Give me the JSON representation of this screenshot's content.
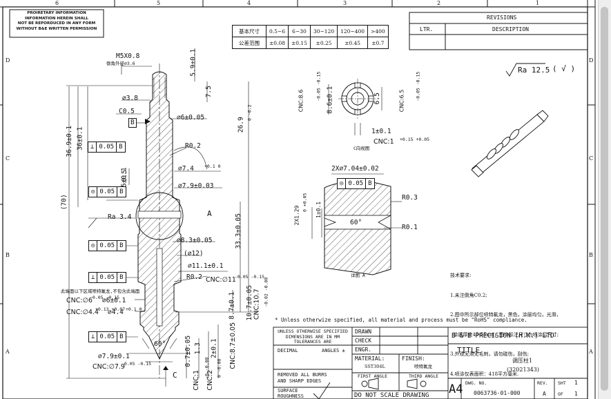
{
  "frame": {
    "zones_top": [
      "6",
      "5",
      "4",
      "3",
      "2",
      "1"
    ],
    "zones_side": [
      "D",
      "C",
      "B",
      "A"
    ]
  },
  "proprietary": {
    "lines": [
      "PROIRETARY INFORMATION",
      "INFORMATION HEREIN SHALL",
      "NOT BE REPORDUCED IN ANY FORM",
      "WITHOUT B&E WRITTEN PERMISSION"
    ]
  },
  "tolerance_table": {
    "row1_label": "基本尺寸",
    "row1": [
      "0.5~6",
      "6~30",
      "30~120",
      "120~400",
      ">400"
    ],
    "row2_label": "公差范围",
    "row2": [
      "±0.08",
      "±0.15",
      "±0.25",
      "±0.45",
      "±0.7"
    ]
  },
  "revisions": {
    "title": "REVISIONS",
    "col_ltr": "LTR.",
    "col_desc": "DESCRIPTION"
  },
  "surface_finish": {
    "value": "Ra 12.5",
    "extra": "( √ )"
  },
  "main_view": {
    "thread": "M5X0.8",
    "thread_note": "倒角外径∅3.6",
    "d38": "∅3.8",
    "c05": "C0.5",
    "datum_b": "B",
    "d6": "∅6±0.05",
    "r02a": "R0.2",
    "d74": "∅7.4",
    "d74_tol": "+0.1 0",
    "d79a": "∅7.9±0.03",
    "arrow_a": "A",
    "ra34": "Ra 3.4",
    "d83": "∅8.3±0.05",
    "d12": "(∅12)",
    "d111": "∅11.1±0.1",
    "r02b": "R0.2",
    "cnc11": "CNC:∅11",
    "cnc11_tol": "-0.05 -0.15",
    "note_cn": "此端面以下区域喷特氟龙,不包含此端面",
    "cnc6": "CNC:∅6",
    "cnc6_tol": "-0.05 -0.15",
    "d61": "∅6±0.1",
    "cnc44": "CNC:∅4.4",
    "cnc44_tol": "+0.13 +0.07",
    "d44": "∅4.4",
    "d44_tol": "+0.1 0",
    "d79b": "∅7.9±0.1",
    "cnc79": "CNC:∅7.9",
    "cnc79_tol": "-0.05 -0.15",
    "ang60": "60°",
    "datum_c": "C",
    "len70": "(70)",
    "len369": "36.9±0.1",
    "len36": "36±0.1",
    "len5": "5±0.1",
    "len59": "5.9±0.1",
    "len75": "7.5",
    "len269": "26.9",
    "len269_tol": "0 -0.2",
    "len05": "0.5",
    "len333": "33.3±0.05",
    "len107": "10.7±0.05",
    "cnc107": "CNC:10.7",
    "cnc107_tol": "-0.02 -0.08",
    "len87": "8.7±0.1",
    "cnc87": "CNC:8.7±0.05",
    "len2": "2±0.1",
    "len13": "1.3",
    "len07": "0.7±0.05",
    "cnc1": "CNC:1",
    "cnc1_tol": "-0 -0.08",
    "cnc2": "CNC:2",
    "cnc2_tol": "0 -0.08",
    "fcf1_tol": "0.05",
    "fcf1_datum": "B",
    "fcf2_tol": "0.05",
    "fcf2_datum": "B",
    "fcf3_tol": "0.05",
    "fcf3_datum": "B",
    "fcf4_tol": "0.05",
    "fcf4_datum": "B",
    "fcf5_tol": "0.05",
    "fcf5_datum": "B"
  },
  "c_view": {
    "d86": "8.6±0.1",
    "cnc86": "CNC:8.6",
    "cnc86_tol": "-0.05 -0.15",
    "d65": "6.5",
    "cnc65": "CNC:6.5",
    "cnc65_tol": "-0.05 -0.15",
    "w1": "1±0.1",
    "cnc1": "CNC:1",
    "cnc1_tol": "+0.15 +0.05",
    "caption": "C向视图"
  },
  "detail_a": {
    "d704": "2X∅7.04±0.02",
    "fcf_tol": "0.05",
    "fcf_datum": "B",
    "r03": "R0.3",
    "r01": "R0.1",
    "ang60": "60°",
    "w1": "1±0.1",
    "w129": "2X1.29",
    "w129_tol": "0 +0.05",
    "caption": "详图 A"
  },
  "tech_req": {
    "title": "技术要求:",
    "lines": [
      "1.未注倒角C0.2;",
      "2.图中所示部位喷特氟龙，黑色，涂层均匀，光滑，",
      "  涂层厚度45-55um，图中标注尺寸为喷涂后尺寸;",
      "3.外观无滑无毛刺，请勿碰伤，刮伤;",
      "4.喷涂仅表面积：418平方毫米."
    ]
  },
  "rohs_note": "* Unless otherwize specified, all material and process must be \"RoHS\" compliance.",
  "title_block": {
    "unless1": "UNLESS OTHERWISE SPECIFIED",
    "unless2": "DIMENSIONS ARE IN MM",
    "unless3": "TOLERANCES ARE",
    "decimal": "DECIMAL",
    "angles": "ANGLES ±",
    "burrs1": "REMOVED ALL BURRS",
    "burrs2": "AND SHARP EDGES",
    "surface1": "SURFACE",
    "surface2": "ROUGHNESS",
    "drawn": "DRAWN",
    "check": "CHECK",
    "engr": "ENGR.",
    "material": "MATERIAL:",
    "material_val": "SST304L",
    "finish": "FINISH:",
    "finish_val": "喷特氟龙",
    "first_angle": "FIRST ANGLE",
    "third_angle": "THIRD ANGLE",
    "dont_scale": "DO NOT SCALE DRAWING",
    "company": "B & E PRECISION (H.K.) LTD",
    "title_lbl": "TITLE",
    "part_name": "调压柱1",
    "part_no_paren": "(32021343)",
    "size": "A4",
    "dwg_no_lbl": "DWG. NO.",
    "dwg_no": "0063736-01-000",
    "rev_lbl": "REV.",
    "rev": "A",
    "sht_lbl": "SHT",
    "sht": "1",
    "of_lbl": "OF",
    "of": "1"
  }
}
